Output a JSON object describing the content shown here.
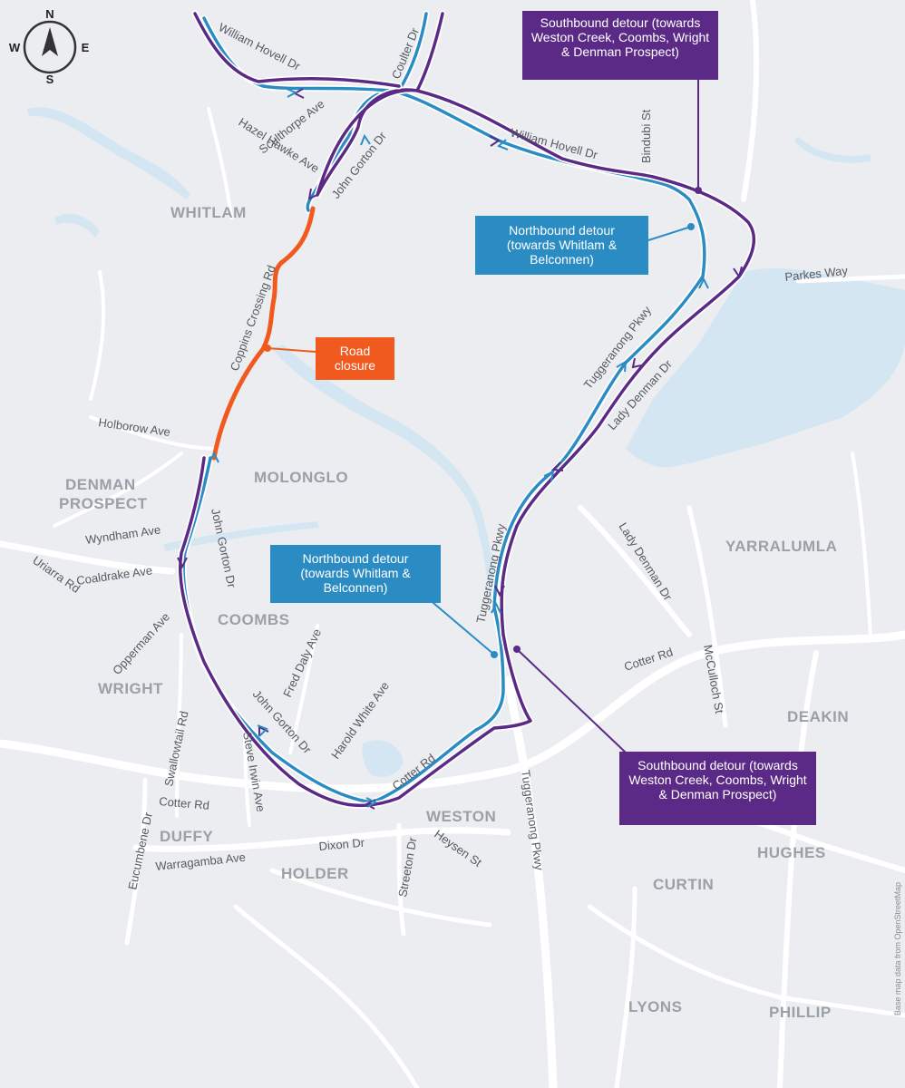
{
  "compass": {
    "n": "N",
    "s": "S",
    "e": "E",
    "w": "W"
  },
  "suburbs": {
    "whitlam": "WHITLAM",
    "molonglo": "MOLONGLO",
    "denman1": "DENMAN",
    "denman2": "PROSPECT",
    "coombs": "COOMBS",
    "wright": "WRIGHT",
    "duffy": "DUFFY",
    "holder": "HOLDER",
    "weston": "WESTON",
    "curtin": "CURTIN",
    "hughes": "HUGHES",
    "deakin": "DEAKIN",
    "yarralumla": "YARRALUMLA",
    "lyons": "LYONS",
    "phillip": "PHILLIP"
  },
  "streets": {
    "william_hovell_w": "William Hovell Dr",
    "william_hovell_e": "William Hovell Dr",
    "coulter": "Coulter Dr",
    "sculthorpe": "Sculthorpe Ave",
    "hazel_hawke": "Hazel Hawke Ave",
    "john_gorton_n": "John Gorton Dr",
    "bindubi": "Bindubi St",
    "parkes": "Parkes Way",
    "coppins": "Coppins Crossing Rd",
    "tuggeranong_n": "Tuggeranong Pkwy",
    "lady_denman_n": "Lady Denman Dr",
    "holborow": "Holborow Ave",
    "wyndham": "Wyndham Ave",
    "coaldrake": "Coaldrake Ave",
    "uriarra": "Uriarra Rd",
    "john_gorton_w": "John Gorton Dr",
    "opperman": "Opperman Ave",
    "tuggeranong_m": "Tuggeranong Pkwy",
    "lady_denman_s": "Lady Denman Dr",
    "fred_daly": "Fred Daly Ave",
    "swallowtail": "Swallowtail Rd",
    "john_gorton_s": "John Gorton Dr",
    "harold_white": "Harold White Ave",
    "steve_irwin": "Steve Irwin Ave",
    "cotter_w": "Cotter Rd",
    "cotter_m": "Cotter Rd",
    "cotter_e": "Cotter Rd",
    "mcculloch": "McCulloch St",
    "eucumbene": "Eucumbene Dr",
    "warragamba": "Warragamba Ave",
    "dixon": "Dixon Dr",
    "streeton": "Streeton Dr",
    "heysen": "Heysen St",
    "tuggeranong_s": "Tuggeranong Pkwy"
  },
  "callouts": {
    "south_top": "Southbound detour (towards Weston Creek, Coombs, Wright & Denman Prospect)",
    "north_right": "Northbound detour (towards Whitlam & Belconnen)",
    "road_closure": "Road closure",
    "north_center": "Northbound detour (towards Whitlam & Belconnen)",
    "south_bottom": "Southbound detour (towards Weston Creek, Coombs, Wright & Denman Prospect)"
  },
  "attribution": "Base map data from OpenStreetMap",
  "colors": {
    "northbound": "#2b8cc4",
    "southbound": "#5b2a86",
    "closure": "#f05a1e",
    "water": "#d5e6f3",
    "background": "#ecedf0"
  }
}
